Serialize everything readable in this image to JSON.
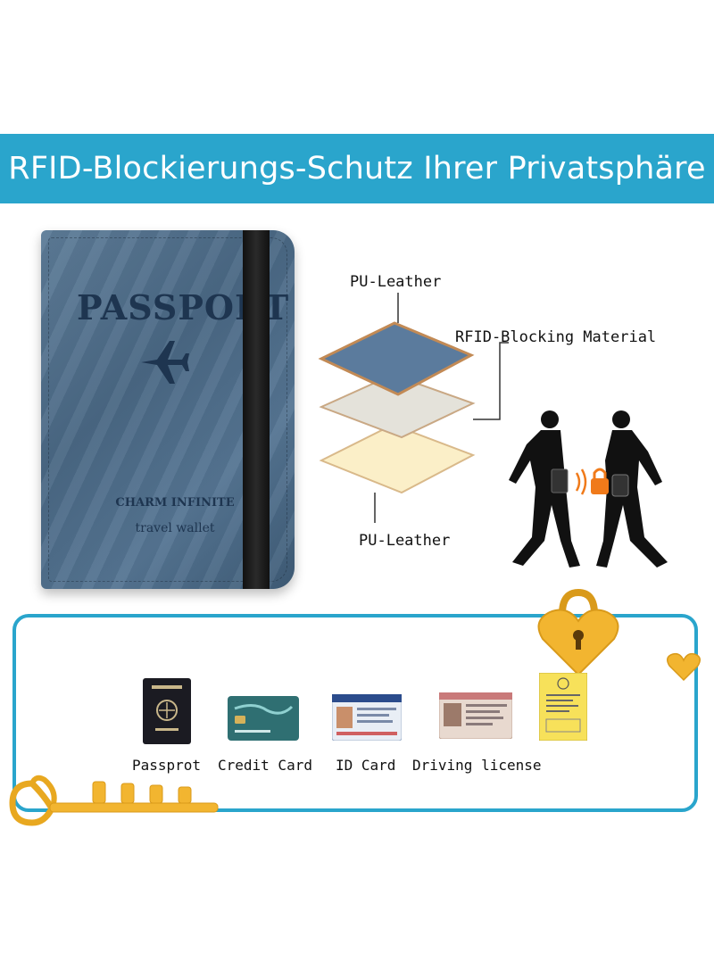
{
  "banner": {
    "title": "RFID-Blockierungs-Schutz Ihrer Privatsphäre"
  },
  "passport": {
    "title": "PASSPORT",
    "brand": "CHARM INFINITE",
    "tagline": "travel wallet"
  },
  "layers": {
    "top_label": "PU-Leather",
    "middle_label": "RFID-Blocking Material",
    "bottom_label": "PU-Leather"
  },
  "documents": [
    {
      "label": "Passprot",
      "icon": "passport-icon"
    },
    {
      "label": "Credit Card",
      "icon": "credit-card-icon"
    },
    {
      "label": "ID Card",
      "icon": "id-card-icon"
    },
    {
      "label": "Driving license",
      "icon": "driving-license-icon"
    },
    {
      "label": "",
      "icon": "vaccination-certificate-icon"
    }
  ],
  "colors": {
    "banner": "#2aa5cc",
    "frame": "#2aa5cc",
    "leather": "#4a6884",
    "gold": "#f2b530",
    "lock_orange": "#f07a1a"
  }
}
